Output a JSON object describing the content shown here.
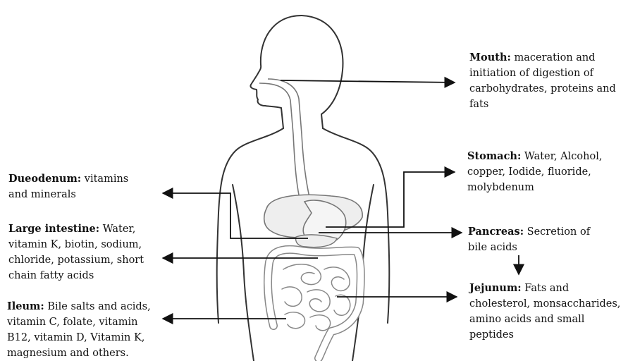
{
  "labels": {
    "mouth": {
      "title": "Mouth:",
      "text": "maceration and initiation of digestion of carbohydrates, proteins and fats"
    },
    "stomach": {
      "title": "Stomach:",
      "text": "Water, Alcohol, copper, Iodide, fluoride, molybdenum"
    },
    "pancreas": {
      "title": "Pancreas:",
      "text": "Secretion of bile acids"
    },
    "jejunum": {
      "title": "Jejunum:",
      "text": "Fats and cholesterol, monsaccharides, amino acids and small peptides"
    },
    "duodenum": {
      "title": "Dueodenum:",
      "text": "vitamins and minerals"
    },
    "large_intestine": {
      "title": "Large intestine:",
      "text": "Water, vitamin K, biotin, sodium, chloride, potassium, short chain fatty acids"
    },
    "ileum": {
      "title": "Ileum:",
      "text": "Bile salts and acids, vitamin C, folate, vitamin B12, vitamin D, Vitamin K, magnesium and others."
    }
  },
  "colors": {
    "line": "#111111",
    "organ_fill": "#eeeeee",
    "organ_stroke": "#777777",
    "body_stroke": "#333333"
  }
}
